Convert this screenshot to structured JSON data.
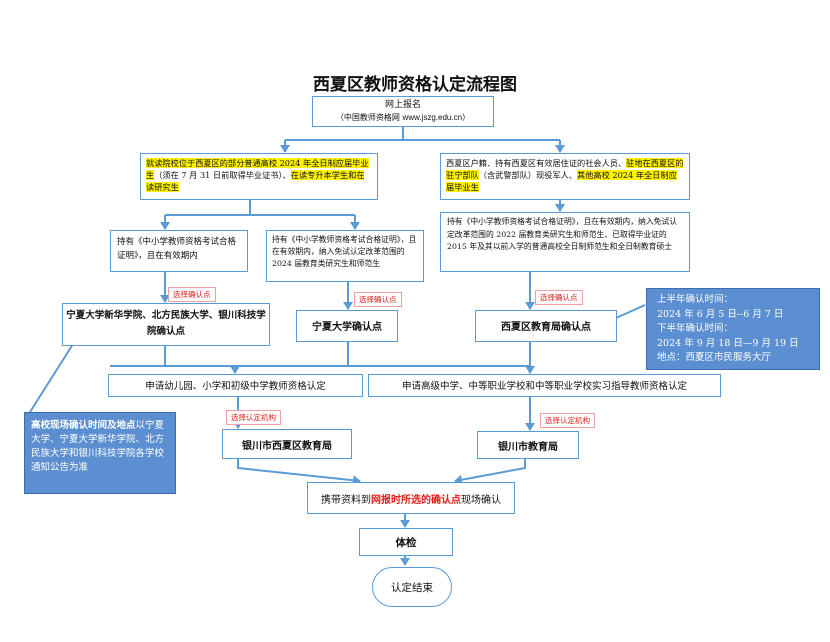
{
  "title": "西夏区教师资格认定流程图",
  "signup": {
    "line1": "网上报名",
    "line2": "（中国教师资格网 ",
    "url": "www.jszg.edu.cn",
    "line2_end": "）"
  },
  "left_group": {
    "p1": "就读院校位于西夏区的部分普通高校 2024 年全日制应届毕业生",
    "p2": "（须在 7 月 31 日前取得毕业证书）、",
    "p3": "在读专升本学生和在读研究生"
  },
  "right_group": {
    "p1": "西夏区户籍、持有西夏区有效居住证的社会人员、",
    "p2": "驻地在西夏区的驻宁部队",
    "p3": "（含武警部队）现役军人、",
    "p4": "其他高校 2024 年全日制应届毕业生"
  },
  "cond_a": "持有《中小学教师资格考试合格证明》，且在有效期内",
  "cond_b": "持有《中小学教师资格考试合格证明》，且在有效期内，纳入免试认定改革范围的 2024 届教育类研究生和师范生",
  "cond_c": "持有《中小学教师资格考试合格证明》，且在有效期内，纳入免试认定改革范围的 2022 届教育类研究生和师范生、已取得毕业证的 2015 年及其以前入学的普通高校全日制师范生和全日制教育硕士",
  "tags": {
    "confirm": "选择确认点",
    "org": "选择认定机构"
  },
  "point_a": "宁夏大学新华学院、北方民族大学、银川科技学院确认点",
  "point_b": "宁夏大学确认点",
  "point_c": "西夏区教育局确认点",
  "time_note": {
    "l1": "上半年确认时间：",
    "l2": "2024 年 6 月 5 日--6 月 7 日",
    "l3": "下半年确认时间：",
    "l4": "2024 年 9 月 18 日—9 月 19 日",
    "l5": "地点：西夏区市民服务大厅"
  },
  "campus_note": {
    "bold": "高校现场确认时间及地点",
    "rest": "以宁夏大学、宁夏大学新华学院、北方民族大学和银川科技学院各学校通知公告为准"
  },
  "apply_a": "申请幼儿园、小学和初级中学教师资格认定",
  "apply_b": "申请高级中学、中等职业学校和中等职业学校实习指导教师资格认定",
  "org_a": "银川市西夏区教育局",
  "org_b": "银川市教育局",
  "bring": {
    "pre": "携带资料到",
    "red": "网报时所选的确认点",
    "post": "现场确认"
  },
  "exam": "体检",
  "end": "认定结束",
  "colors": {
    "line": "#5b9bd5",
    "note": "#5b8fd1",
    "highlight": "#fff200",
    "red": "#e0201b"
  }
}
